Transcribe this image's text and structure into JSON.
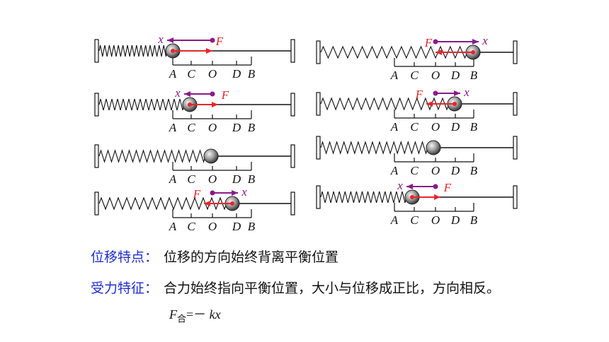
{
  "diagram": {
    "labels": [
      "A",
      "C",
      "O",
      "D",
      "B"
    ],
    "force_label": "F",
    "displacement_label": "x",
    "colors": {
      "force": "#e8262a",
      "displacement": "#8a1a8a",
      "spring": "#111111",
      "label_blue": "#1f2fd0"
    },
    "states": [
      {
        "id": "left-1",
        "position": "A",
        "arrows": [
          "x-left",
          "F-right"
        ]
      },
      {
        "id": "left-2",
        "position": "C",
        "arrows": [
          "x-left",
          "F-right"
        ]
      },
      {
        "id": "left-3",
        "position": "O",
        "arrows": []
      },
      {
        "id": "left-4",
        "position": "D",
        "arrows": [
          "x-right",
          "F-left"
        ]
      },
      {
        "id": "right-1",
        "position": "B",
        "arrows": [
          "x-right",
          "F-left"
        ]
      },
      {
        "id": "right-2",
        "position": "D",
        "arrows": [
          "x-right",
          "F-left"
        ]
      },
      {
        "id": "right-3",
        "position": "O",
        "arrows": []
      },
      {
        "id": "right-4",
        "position": "C",
        "arrows": [
          "x-left",
          "F-right"
        ]
      }
    ]
  },
  "text": {
    "displacement_heading": "位移特点：",
    "displacement_body": "位移的方向始终背离平衡位置",
    "force_heading": "受力特征：",
    "force_body": "合力始终指向平衡位置，大小与位移成正比，方向相反。",
    "formula_f": "F",
    "formula_sub": "合",
    "formula_rest": "=－ ",
    "formula_kx": "kx"
  }
}
